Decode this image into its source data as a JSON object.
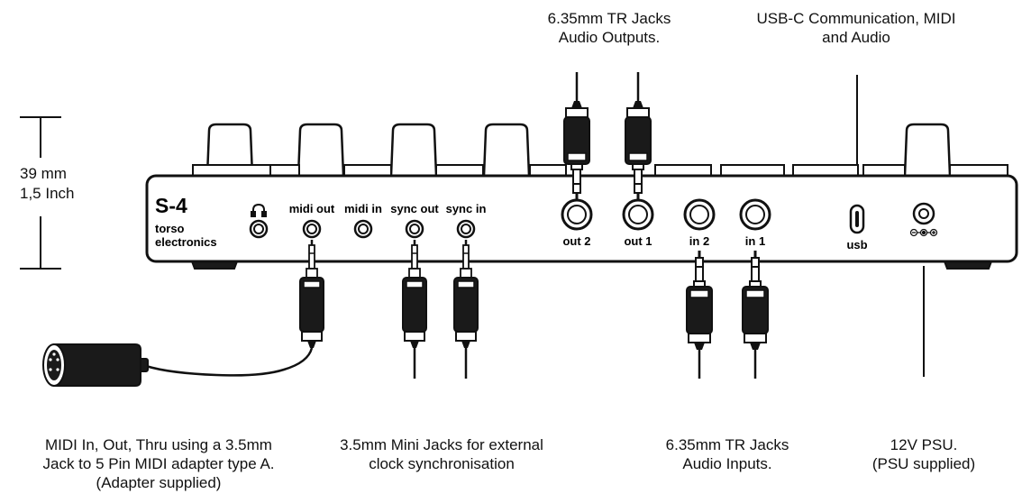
{
  "device": {
    "model": "S-4",
    "brand_line1": "torso",
    "brand_line2": "electronics",
    "port_labels": {
      "midi_out": "midi out",
      "midi_in": "midi in",
      "sync_out": "sync out",
      "sync_in": "sync in",
      "out2": "out 2",
      "out1": "out 1",
      "in2": "in 2",
      "in1": "in 1",
      "usb": "usb"
    },
    "icons": {
      "headphone": "headphones-icon",
      "polarity": "dc-polarity-icon"
    }
  },
  "measurement": {
    "mm": "39 mm",
    "inch": "1,5 Inch"
  },
  "callouts": {
    "tr_outputs": [
      "6.35mm TR Jacks",
      "Audio Outputs."
    ],
    "usb": [
      "USB-C Communication, MIDI",
      "and Audio"
    ],
    "midi": [
      "MIDI In, Out, Thru using a 3.5mm",
      "Jack to 5 Pin MIDI adapter type A.",
      "(Adapter supplied)"
    ],
    "mini_jacks": [
      "3.5mm Mini Jacks for external",
      "clock synchronisation"
    ],
    "tr_inputs": [
      "6.35mm TR Jacks",
      "Audio Inputs."
    ],
    "psu": [
      "12V PSU.",
      "(PSU supplied)"
    ]
  }
}
